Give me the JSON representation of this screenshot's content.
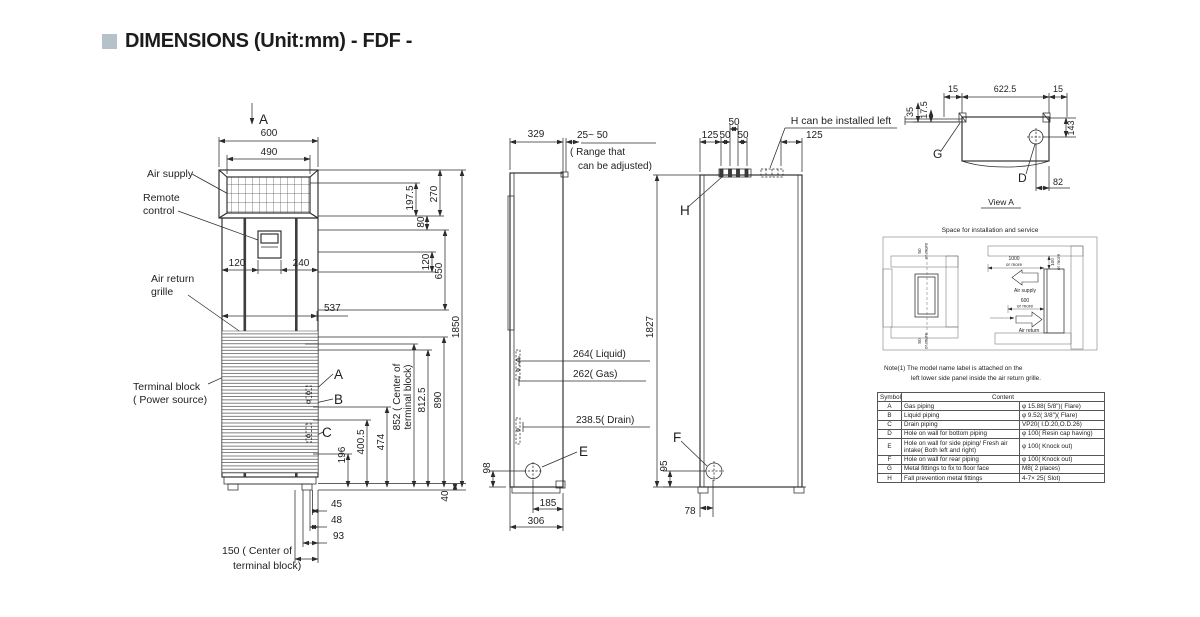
{
  "title": "DIMENSIONS (Unit:mm)  - FDF -",
  "front": {
    "view_label": "A",
    "labels": {
      "air_supply": "Air supply",
      "remote1": "Remote",
      "remote2": "control",
      "return1": "Air return",
      "return2": "grille",
      "terminal1": "Terminal block",
      "terminal2": "( Power source)"
    },
    "callouts": {
      "a": "A",
      "b": "B",
      "c": "C"
    },
    "dims": {
      "w600": "600",
      "w490": "490",
      "w120": "120",
      "w240": "240",
      "w537": "537",
      "v197_5": "197.5",
      "v80": "80",
      "v270": "270",
      "v120": "120",
      "v650": "650",
      "v1850": "1850",
      "v890": "890",
      "v812_5": "812.5",
      "v852a": "852 ( Center of",
      "v852b": "terminal block)",
      "v474": "474",
      "v400_5": "400.5",
      "v196": "196",
      "v40": "40",
      "b45": "45",
      "b48": "48",
      "b93": "93",
      "c150a": "150 ( Center of",
      "c150b": "terminal block)"
    }
  },
  "side": {
    "callouts": {
      "e": "E"
    },
    "dims": {
      "w329": "329",
      "range1": "25~ 50",
      "range2": "( Range that",
      "range3": "can be adjusted)",
      "liquid": "264( Liquid)",
      "gas": "262( Gas)",
      "drain": "238.5( Drain)",
      "v98": "98",
      "b185": "185",
      "b306": "306"
    }
  },
  "rear": {
    "callouts": {
      "h": "H",
      "f": "F"
    },
    "note": "H can be installed left",
    "dims": {
      "l125": "125",
      "t50": "50",
      "m50a": "50",
      "m50b": "50",
      "r125": "125",
      "v1827": "1827",
      "v95": "95",
      "b78": "78"
    }
  },
  "viewa": {
    "caption": "View A",
    "callouts": {
      "g": "G",
      "d": "D"
    },
    "dims": {
      "l15": "15",
      "w622_5": "622.5",
      "r15": "15",
      "v35": "35",
      "v17_5": "17.5",
      "v143": "143",
      "b82": "82"
    }
  },
  "install": {
    "title": "Space for installation and service",
    "left": {
      "top1": "50",
      "top2": "or more",
      "bot1": "50",
      "bot2": "or more"
    },
    "right": {
      "supply1": "1000",
      "supply2": "or more",
      "supply_label": "Air supply",
      "top1": "100",
      "top2": "or more",
      "return1": "600",
      "return2": "or more",
      "return_label": "Air return"
    }
  },
  "note": {
    "line1": "Note(1)  The model name label is attached on the",
    "line2": "left lower side panel inside the air return grille."
  },
  "table": {
    "headers": {
      "symbol": "Symbol",
      "content": "Content"
    },
    "rows": [
      {
        "symbol": "A",
        "content": "Gas piping",
        "spec": "φ 15.88( 5/8\")( Flare)"
      },
      {
        "symbol": "B",
        "content": "Liquid piping",
        "spec": "φ 9.52( 3/8\")( Flare)"
      },
      {
        "symbol": "C",
        "content": "Drain piping",
        "spec": "VP20( I.D.20,O.D.26)"
      },
      {
        "symbol": "D",
        "content": "Hole on wall for bottom piping",
        "spec": "φ 100( Resin cap having)"
      },
      {
        "symbol": "E",
        "content": "Hole on wall for side piping/ Fresh air intake( Both left and right)",
        "spec": "φ 100( Knock out)"
      },
      {
        "symbol": "F",
        "content": "Hole on wall for rear piping",
        "spec": "φ 100( Knock out)"
      },
      {
        "symbol": "G",
        "content": "Metal fittings to fix to floor face",
        "spec": "M8( 2 places)"
      },
      {
        "symbol": "H",
        "content": "Fall prevention metal fittings",
        "spec": "4-7× 25( Slot)"
      }
    ]
  },
  "colors": {
    "line": "#333333",
    "bullet": "#b6c2ca"
  }
}
